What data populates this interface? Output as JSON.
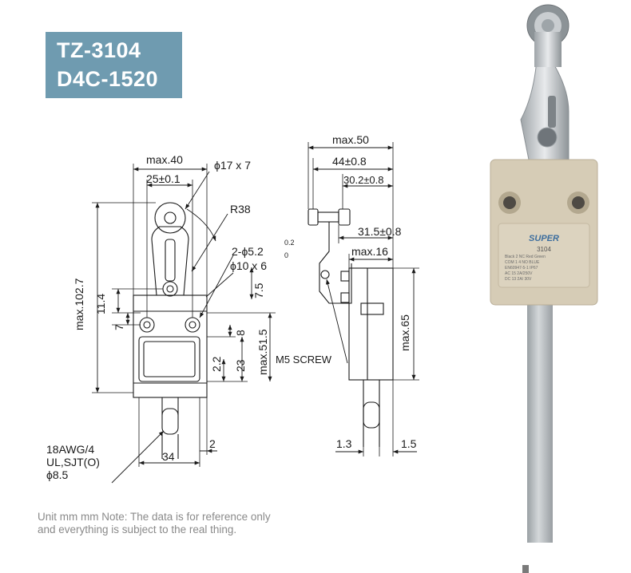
{
  "badge": {
    "model_1": "TZ-3104",
    "model_2": "D4C-1520"
  },
  "front_view": {
    "max_width": "max.40",
    "hole_pitch": "25±0.1",
    "roller": "ϕ17 x 7",
    "radius": "R38",
    "mount_holes": "2-ϕ5.2",
    "tol_upper": "0.2",
    "tol_lower": "0",
    "bolt": "ϕ10 x 6",
    "dim_7_5": "7.5",
    "max_height": "max.102.7",
    "dim_11_4": "11.4",
    "dim_7": "7",
    "dim_8": "8",
    "max_51_5": "max.51.5",
    "dim_2_2": "2.2",
    "dim_23": "23",
    "cable": [
      "18AWG/4",
      "UL,SJT(O)",
      "ϕ8.5"
    ],
    "dim_34": "34",
    "dim_2": "2"
  },
  "side_view": {
    "max_50": "max.50",
    "dim_44": "44±0.8",
    "dim_30_2": "30.2±0.8",
    "dim_31_5": "31.5±0.8",
    "max_16": "max.16",
    "max_65": "max.65",
    "screw": "M5 SCREW",
    "dim_1_3": "1.3",
    "dim_1_5": "1.5"
  },
  "photo": {
    "brand": "SUPER",
    "model": "3104",
    "label_rows": [
      "Black      2 NC Red      Green",
      "COM  1    4 NO BLUE",
      "EN60947-5-1   IP67",
      "AC 15  2A/250V",
      "DC 13  2A/ 30V"
    ]
  },
  "footnote": [
    "Unit mm mm Note: The data is for reference only",
    "and everything is subject to the real thing."
  ],
  "colors": {
    "badge_bg": "#6f9bb0",
    "line": "#1a1a1a",
    "note": "#8a8a8a",
    "housing": "#d6ccb6",
    "cable": "#b8bcc0"
  }
}
